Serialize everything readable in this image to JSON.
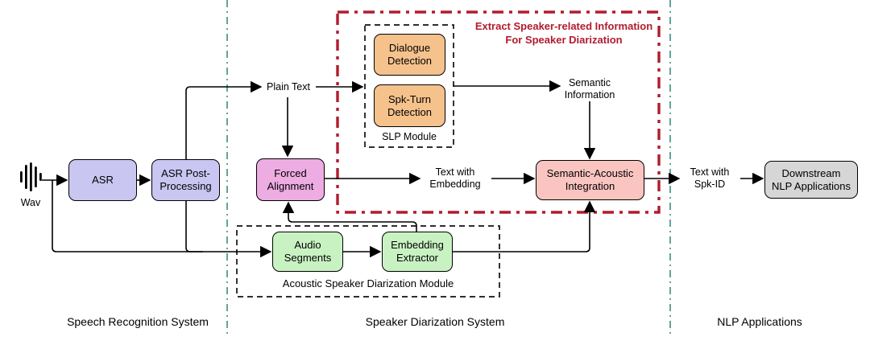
{
  "sections": {
    "speech": "Speech Recognition System",
    "diarization": "Speaker Diarization System",
    "nlp": "NLP Applications"
  },
  "nodes": {
    "wav_label": "Wav",
    "asr": "ASR",
    "asr_post": "ASR Post-\nProcessing",
    "forced_alignment": "Forced\nAlignment",
    "dialogue_detection": "Dialogue\nDetection",
    "spk_turn_detection": "Spk-Turn\nDetection",
    "semantic_acoustic": "Semantic-Acoustic\nIntegration",
    "downstream_nlp": "Downstream\nNLP Applications",
    "audio_segments": "Audio\nSegments",
    "embedding_extractor": "Embedding\nExtractor"
  },
  "flow_labels": {
    "plain_text": "Plain Text",
    "semantic_information": "Semantic\nInformation",
    "text_with_embedding": "Text with\nEmbedding",
    "text_with_spk_id": "Text with\nSpk-ID"
  },
  "groups": {
    "slp_module": "SLP Module",
    "acoustic_module": "Acoustic Speaker Diarization Module",
    "red_annotation": "Extract Speaker-related Information\nFor Speaker Diarization"
  },
  "colors": {
    "asr_fill": "#c9c6f2",
    "slp_fill": "#f6c28c",
    "forced_alignment_fill": "#edace2",
    "acoustic_fill": "#c9f2c3",
    "integration_fill": "#fac5c1",
    "nlp_fill": "#d6d6d6",
    "annotation_red": "#b01c2e",
    "divider_teal": "#2f8577",
    "line_black": "#000000"
  }
}
